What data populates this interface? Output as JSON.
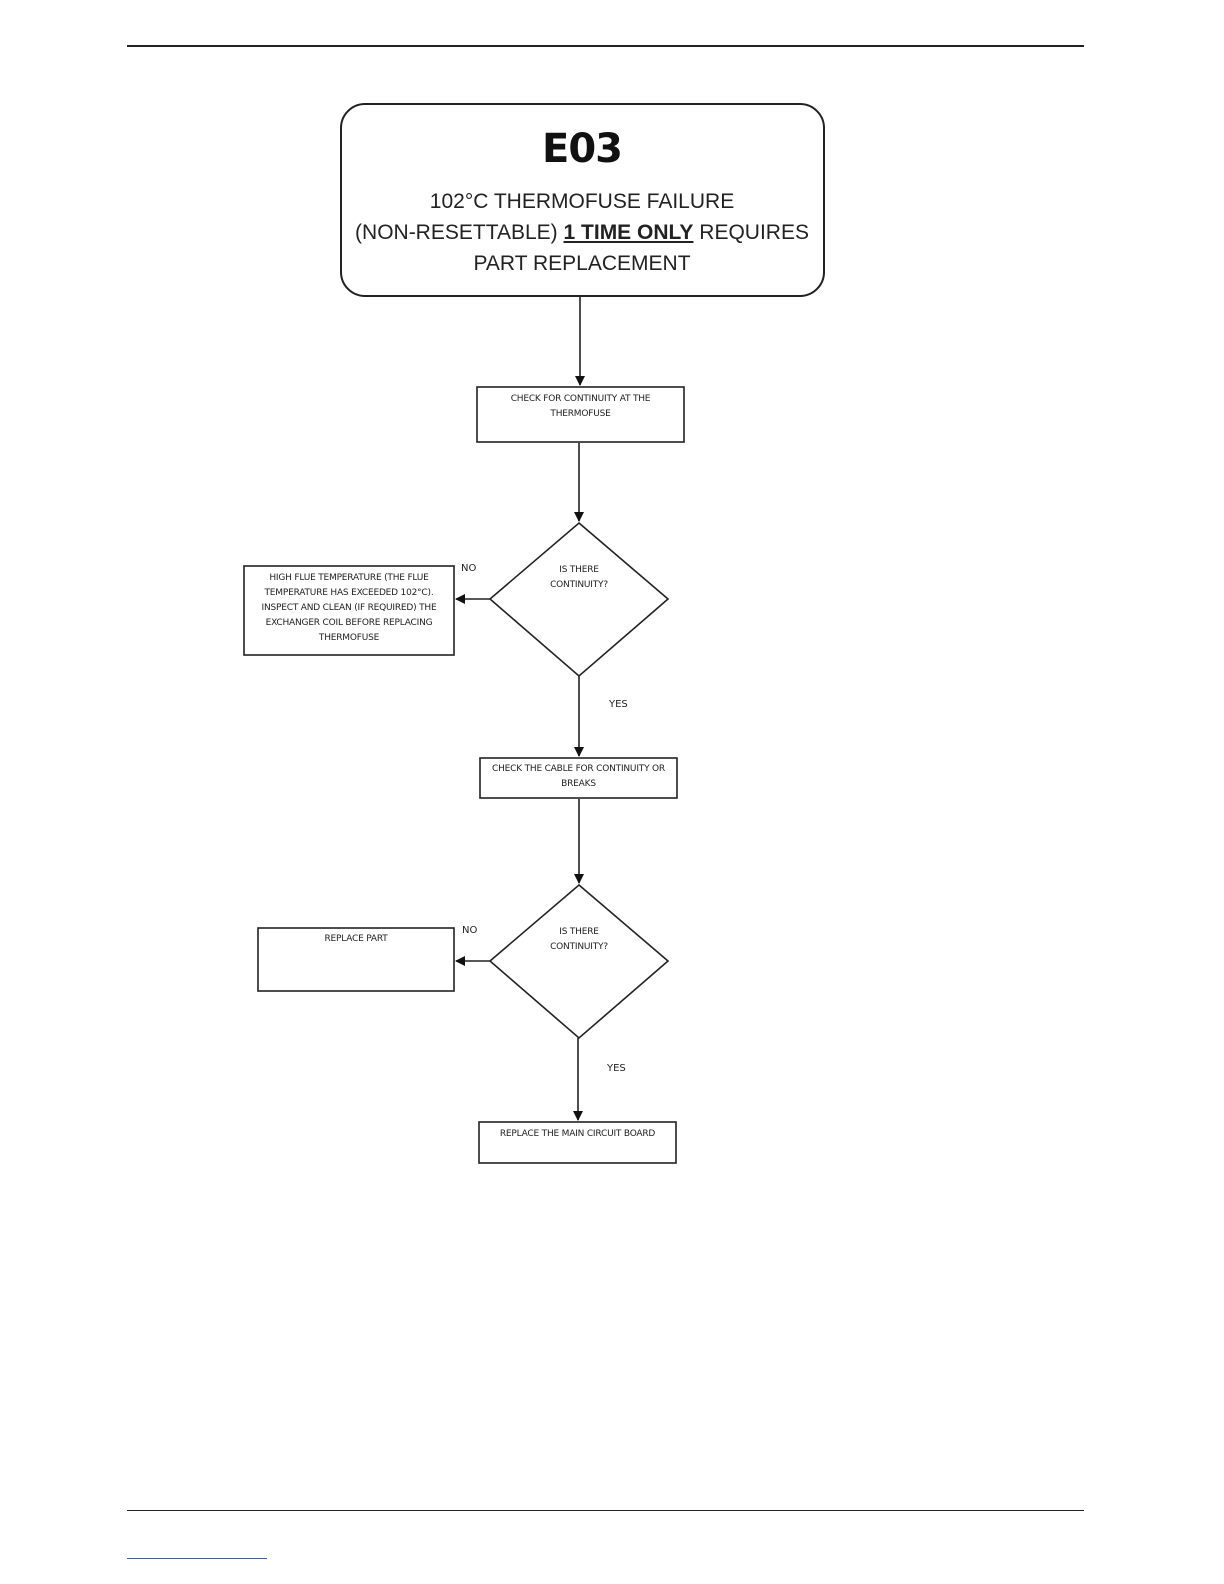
{
  "header": {
    "code": "E03",
    "line1": "102°C THERMOFUSE FAILURE",
    "line2_before": "(NON-RESETTABLE)",
    "line2_emphasis": "1 TIME ONLY",
    "line2_after": "REQUIRES",
    "line3": "PART REPLACEMENT"
  },
  "steps": {
    "check_thermofuse": "CHECK FOR CONTINUITY AT THE THERMOFUSE",
    "decision_1": "IS THERE CONTINUITY?",
    "high_flue": "HIGH FLUE TEMPERATURE (THE FLUE TEMPERATURE HAS EXCEEDED 102°C). INSPECT AND CLEAN (IF REQUIRED) THE EXCHANGER COIL BEFORE REPLACING THERMOFUSE",
    "check_cable": "CHECK THE CABLE FOR CONTINUITY OR BREAKS",
    "decision_2": "IS THERE CONTINUITY?",
    "replace_part": "REPLACE PART",
    "replace_board": "REPLACE THE MAIN CIRCUIT BOARD"
  },
  "labels": {
    "no_1": "NO",
    "yes_1": "YES",
    "no_2": "NO",
    "yes_2": "YES"
  },
  "colors": {
    "line": "#222222",
    "footer_link": "#3a5fc8"
  }
}
